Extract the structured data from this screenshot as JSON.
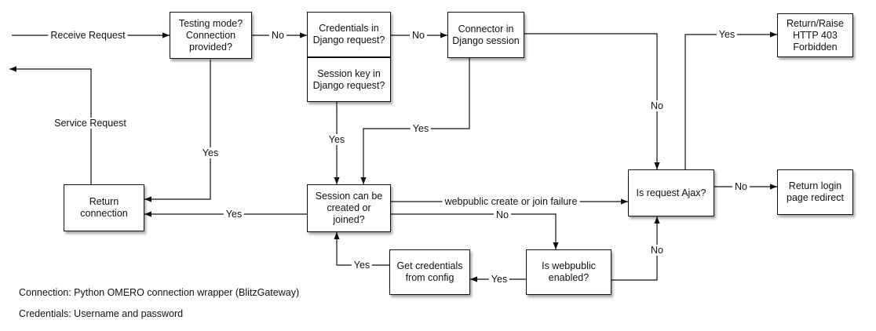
{
  "nodes": {
    "testing_mode": "Testing mode?\nConnection\nprovided?",
    "credentials_in_request": "Credentials in\nDjango request?",
    "session_key_in_request": "Session key in\nDjango request?",
    "connector_in_session": "Connector in\nDjango session",
    "return_403": "Return/Raise\nHTTP 403\nForbidden",
    "return_connection": "Return\nconnection",
    "session_created": "Session can be\ncreated or\njoined?",
    "is_ajax": "Is request Ajax?",
    "return_login_redirect": "Return login\npage redirect",
    "get_credentials": "Get credentials\nfrom config",
    "webpublic_enabled": "Is webpublic\nenabled?"
  },
  "edge_labels": {
    "receive_request": "Receive Request",
    "service_request": "Service Request",
    "no_testing_to_credentials": "No",
    "no_credentials_to_connector": "No",
    "no_connector_to_ajax": "No",
    "yes_ajax_to_403": "Yes",
    "no_ajax_to_login": "No",
    "yes_testing_to_return": "Yes",
    "yes_session_key_to_session": "Yes",
    "yes_connector_to_session": "Yes",
    "yes_session_to_return": "Yes",
    "webpublic_failure": "webpublic create or join failure",
    "no_session_to_webpublic": "No",
    "no_webpublic_to_ajax": "No",
    "yes_webpublic_to_credentials": "Yes",
    "yes_credentials_to_session": "Yes"
  },
  "notes": {
    "connection": "Connection: Python OMERO connection wrapper (BlitzGateway)",
    "credentials": "Credentials: Username and password"
  }
}
